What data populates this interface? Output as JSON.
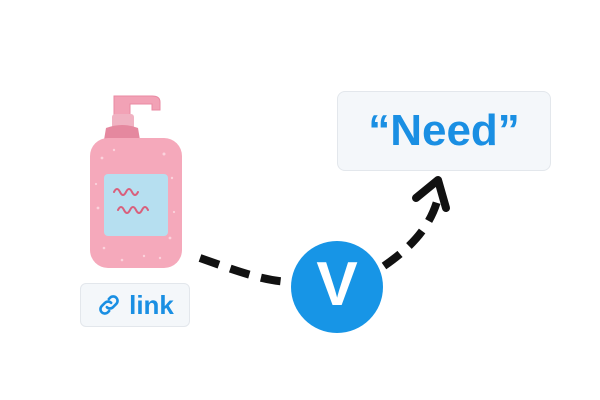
{
  "link_pill": {
    "icon": "chain-link-icon",
    "label": "link"
  },
  "target_word": {
    "text": "“Need”"
  },
  "badge": {
    "letter": "V",
    "color": "#1795e6"
  },
  "product": {
    "icon": "pump-bottle-icon"
  },
  "colors": {
    "accent_blue": "#1a8fe3",
    "bottle_pink": "#f4a3b6",
    "label_blue": "#b6dff0",
    "arrow_black": "#111111"
  }
}
